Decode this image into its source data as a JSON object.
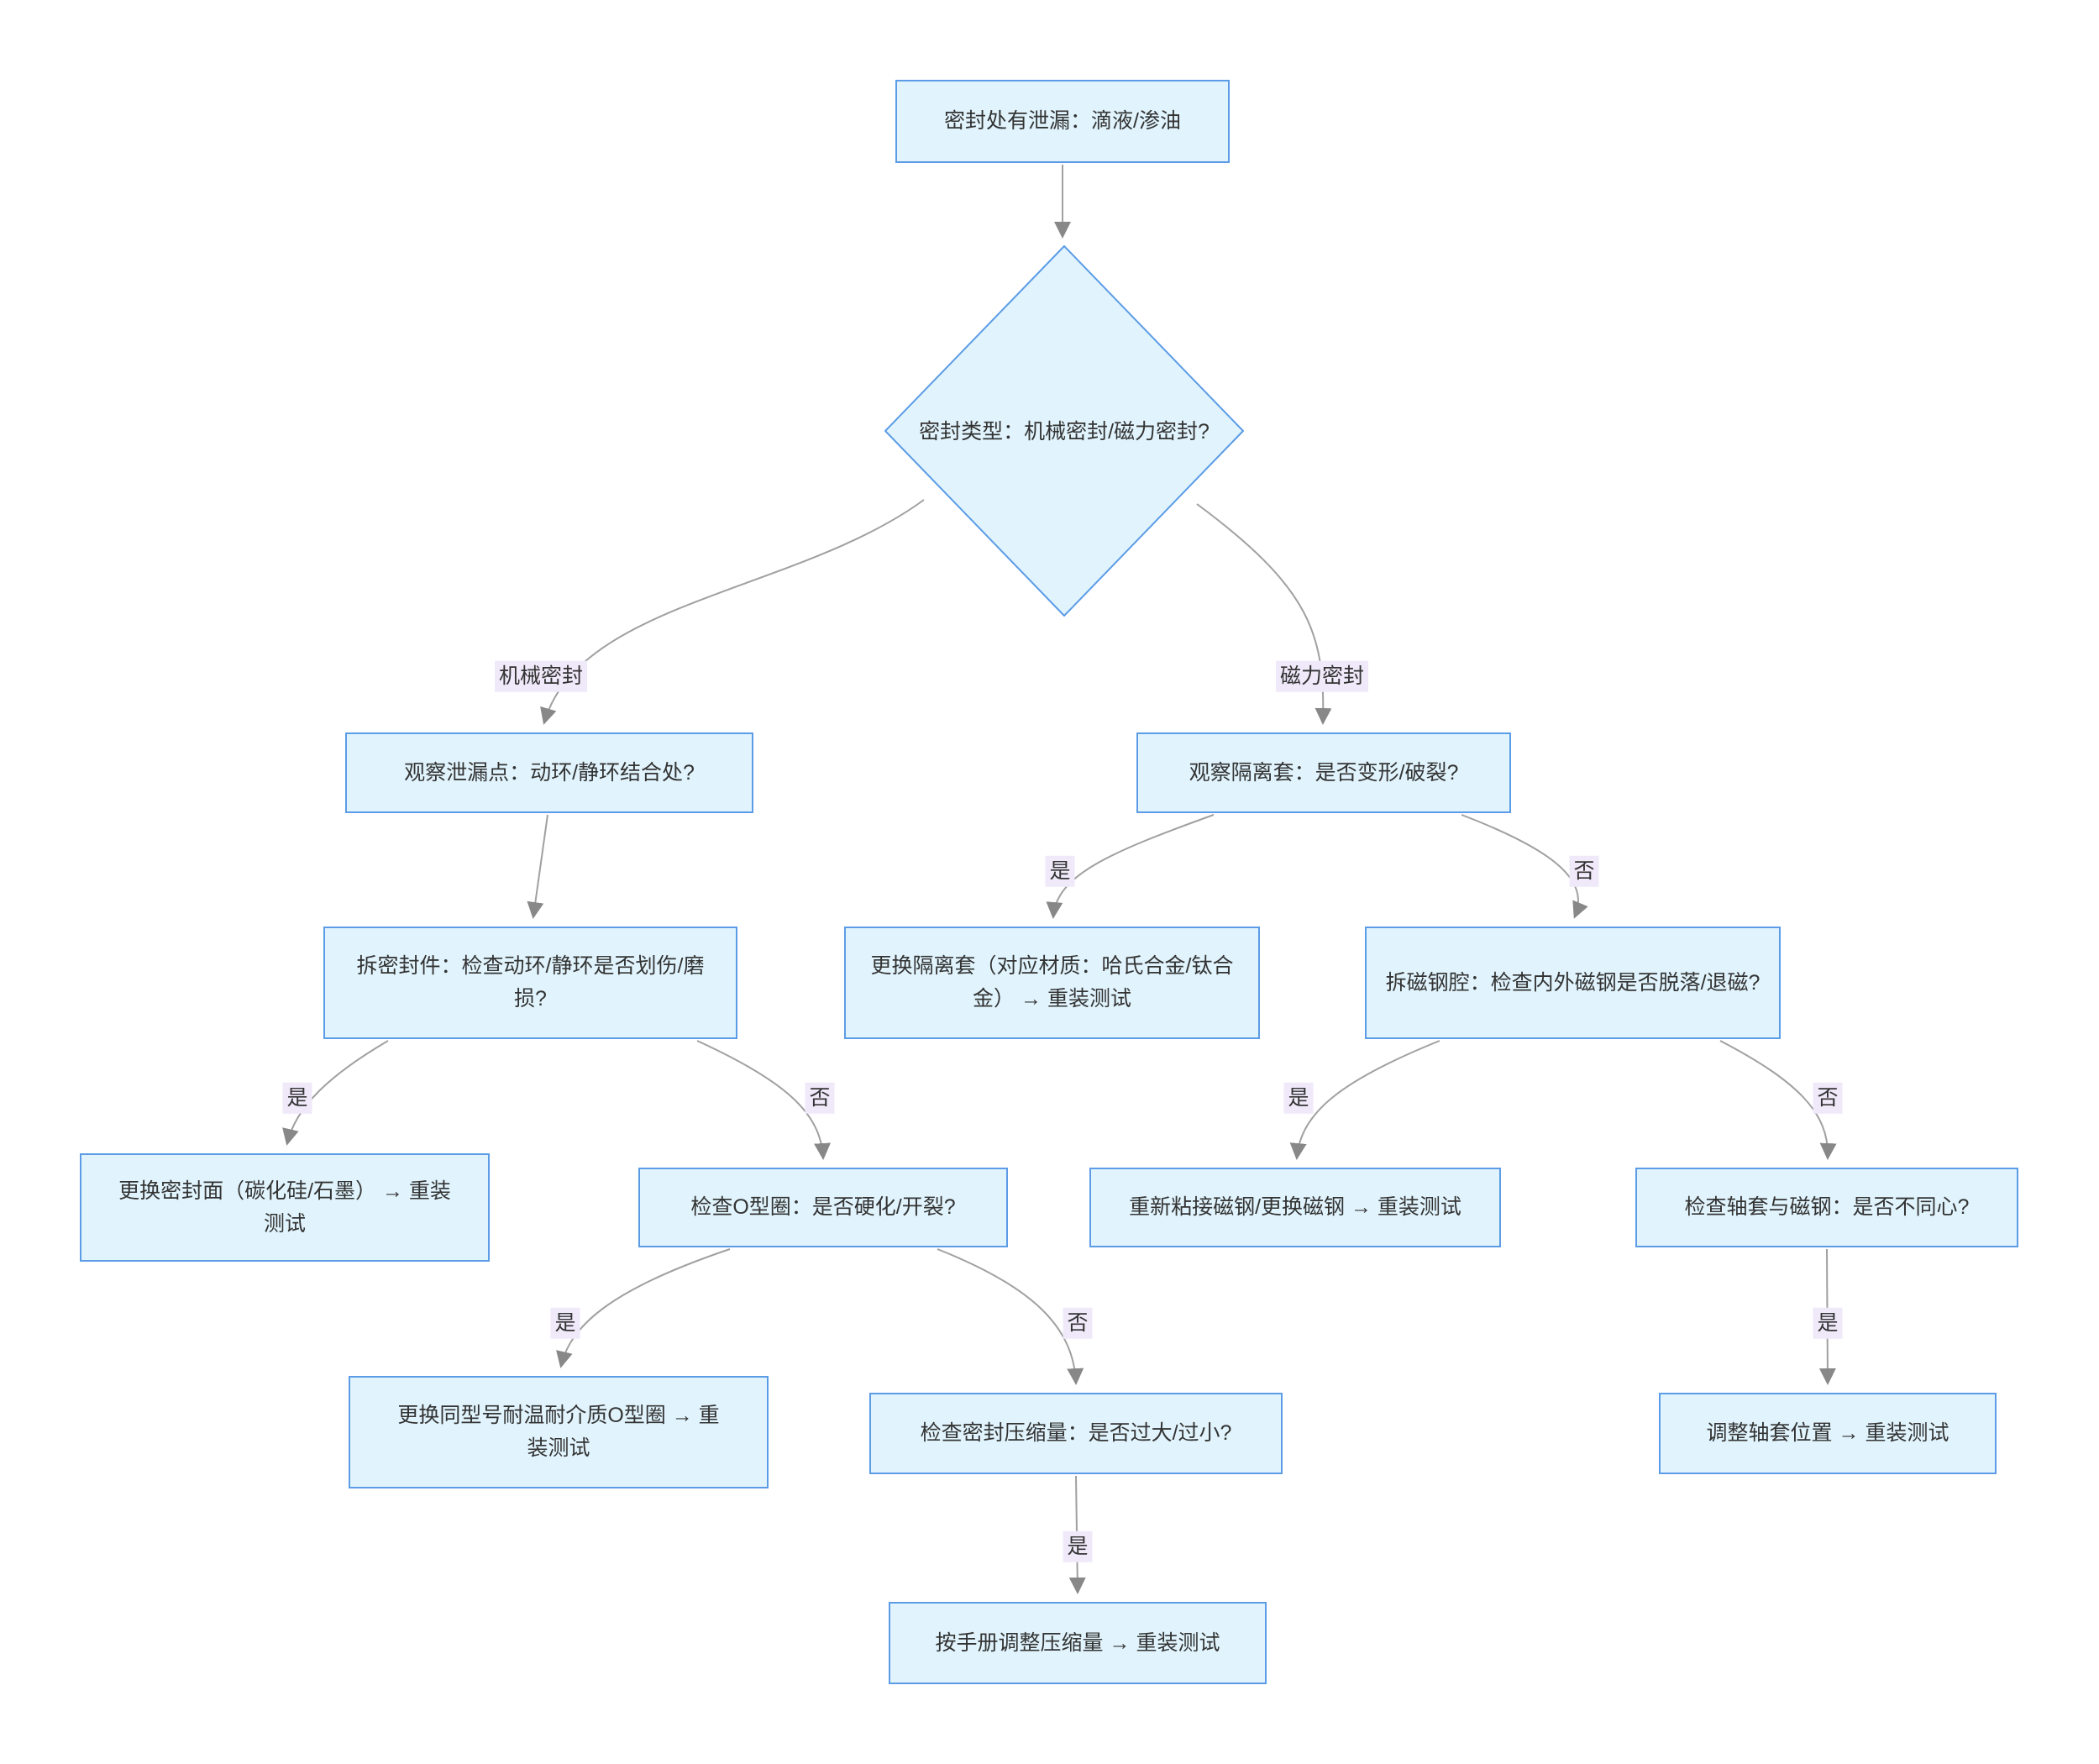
{
  "diagram": {
    "type": "flowchart",
    "direction": "top-down",
    "colors": {
      "node_fill": "#e1f4fd",
      "node_border": "#5c9ce6",
      "edge_line": "#a0a0a0",
      "arrow_fill": "#888888",
      "label_bg": "#efe9fa",
      "text_color": "#333333"
    },
    "nodes": {
      "start": {
        "shape": "rect",
        "label": "密封处有泄漏：滴液/渗油"
      },
      "seal_type": {
        "shape": "diamond",
        "label": "密封类型：机械密封/磁力密封?"
      },
      "observe_leak": {
        "shape": "rect",
        "label": "观察泄漏点：动环/静环结合处?"
      },
      "observe_sleeve": {
        "shape": "rect",
        "label": "观察隔离套：是否变形/破裂?"
      },
      "disassemble_seal": {
        "shape": "rect",
        "label": "拆密封件：检查动环/静环是否划伤/磨损?"
      },
      "replace_sleeve": {
        "shape": "rect",
        "label": "更换隔离套（对应材质：哈氏合金/钛合金） → 重装测试"
      },
      "disassemble_magnet": {
        "shape": "rect",
        "label": "拆磁钢腔：检查内外磁钢是否脱落/退磁?"
      },
      "replace_seal_face": {
        "shape": "rect",
        "label": "更换密封面（碳化硅/石墨） → 重装测试"
      },
      "check_oring": {
        "shape": "rect",
        "label": "检查O型圈：是否硬化/开裂?"
      },
      "rebond_magnet": {
        "shape": "rect",
        "label": "重新粘接磁钢/更换磁钢 → 重装测试"
      },
      "check_concentric": {
        "shape": "rect",
        "label": "检查轴套与磁钢：是否不同心?"
      },
      "replace_oring": {
        "shape": "rect",
        "label": "更换同型号耐温耐介质O型圈 → 重装测试"
      },
      "check_compression": {
        "shape": "rect",
        "label": "检查密封压缩量：是否过大/过小?"
      },
      "adjust_sleeve": {
        "shape": "rect",
        "label": "调整轴套位置 → 重装测试"
      },
      "adjust_compression": {
        "shape": "rect",
        "label": "按手册调整压缩量 → 重装测试"
      }
    },
    "edge_labels": {
      "mechanical": "机械密封",
      "magnetic": "磁力密封",
      "yes": "是",
      "no": "否"
    },
    "edges": [
      {
        "from": "start",
        "to": "seal_type",
        "label": ""
      },
      {
        "from": "seal_type",
        "to": "observe_leak",
        "label": "机械密封"
      },
      {
        "from": "seal_type",
        "to": "observe_sleeve",
        "label": "磁力密封"
      },
      {
        "from": "observe_leak",
        "to": "disassemble_seal",
        "label": ""
      },
      {
        "from": "observe_sleeve",
        "to": "replace_sleeve",
        "label": "是"
      },
      {
        "from": "observe_sleeve",
        "to": "disassemble_magnet",
        "label": "否"
      },
      {
        "from": "disassemble_seal",
        "to": "replace_seal_face",
        "label": "是"
      },
      {
        "from": "disassemble_seal",
        "to": "check_oring",
        "label": "否"
      },
      {
        "from": "disassemble_magnet",
        "to": "rebond_magnet",
        "label": "是"
      },
      {
        "from": "disassemble_magnet",
        "to": "check_concentric",
        "label": "否"
      },
      {
        "from": "check_oring",
        "to": "replace_oring",
        "label": "是"
      },
      {
        "from": "check_oring",
        "to": "check_compression",
        "label": "否"
      },
      {
        "from": "check_concentric",
        "to": "adjust_sleeve",
        "label": "是"
      },
      {
        "from": "check_compression",
        "to": "adjust_compression",
        "label": "是"
      }
    ]
  }
}
